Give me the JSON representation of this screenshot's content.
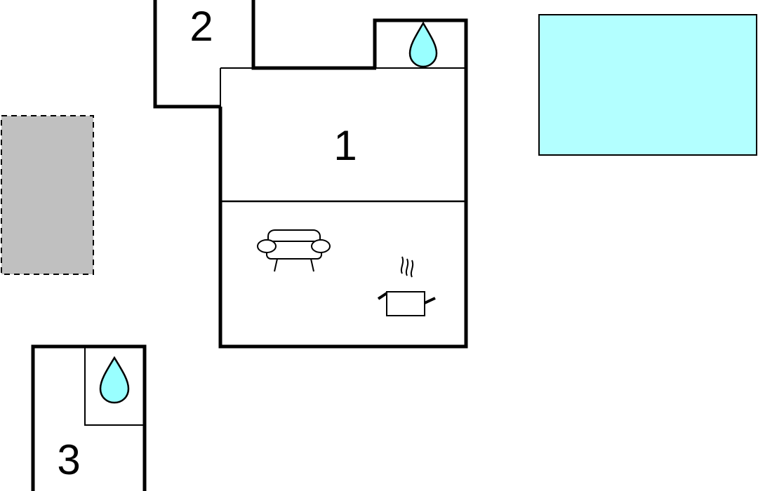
{
  "floor_plan": {
    "rooms": [
      {
        "label": "1",
        "contains": [
          "sofa-icon",
          "cooking-pot-icon",
          "water-drop-icon"
        ]
      },
      {
        "label": "2",
        "contains": []
      },
      {
        "label": "3",
        "contains": [
          "water-drop-icon"
        ]
      }
    ],
    "features": [
      {
        "kind": "pool",
        "color": "#b3ffff"
      },
      {
        "kind": "terrace",
        "color": "#c0c0c0",
        "border": "dashed"
      }
    ],
    "colors": {
      "wall": "#000000",
      "water_drop": "#99ffff",
      "pool": "#b3ffff",
      "terrace": "#c0c0c0"
    }
  }
}
